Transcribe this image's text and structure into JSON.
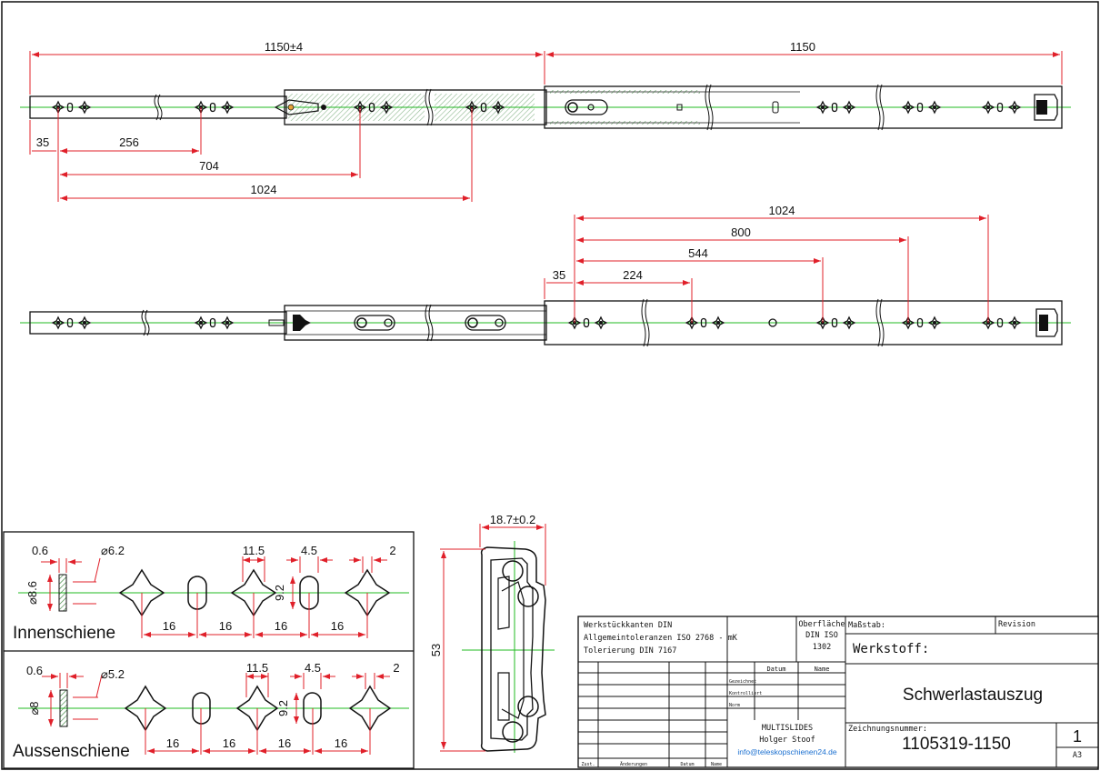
{
  "colors": {
    "line": "#111111",
    "dim": "#e0202a",
    "center": "#22bb22",
    "hatch": "#2e7d32",
    "link": "#1a6fd0"
  },
  "top_view": {
    "dims": {
      "overall_inner": "1150±4",
      "overall_outer": "1150",
      "d35": "35",
      "d256": "256",
      "d704": "704",
      "d1024": "1024"
    }
  },
  "bottom_view": {
    "dims": {
      "d1024": "1024",
      "d800": "800",
      "d544": "544",
      "d35": "35",
      "d224": "224"
    }
  },
  "details": {
    "inner": {
      "label": "Innenschiene",
      "thickness": "0.6",
      "hole": "⌀6.2",
      "height": "⌀8.6",
      "slot_w": "11.5",
      "slot_h": "9.2",
      "gap": "4.5",
      "edge": "2",
      "pitch": [
        "16",
        "16",
        "16",
        "16"
      ]
    },
    "outer": {
      "label": "Aussenschiene",
      "thickness": "0.6",
      "hole": "⌀5.2",
      "height": "⌀8",
      "slot_w": "11.5",
      "slot_h": "9.2",
      "gap": "4.5",
      "edge": "2",
      "pitch": [
        "16",
        "16",
        "16",
        "16"
      ]
    }
  },
  "section": {
    "width": "18.7±0.2",
    "height": "53"
  },
  "title_block": {
    "notes": [
      "Werkstückkanten DIN",
      "Allgemeintoleranzen ISO 2768 - mK",
      "Tolerierung DIN 7167"
    ],
    "surface": [
      "Oberfläche",
      "DIN ISO",
      "1302"
    ],
    "scale_label": "Maßstab:",
    "revision_label": "Revision",
    "material_label": "Werkstoff:",
    "datum": "Datum",
    "name": "Name",
    "rows": [
      "Gezeichnet",
      "Kontrolliert",
      "Norm"
    ],
    "title": "Schwerlastauszug",
    "company": [
      "MULTISLIDES",
      "Holger Stoof"
    ],
    "email": "info@teleskopschienen24.de",
    "drawing_no_label": "Zeichnungsnummer:",
    "drawing_no": "1105319-1150",
    "sheet": "1",
    "format": "A3",
    "footer": [
      "Zust.",
      "Änderungen",
      "Datum",
      "Name"
    ]
  }
}
